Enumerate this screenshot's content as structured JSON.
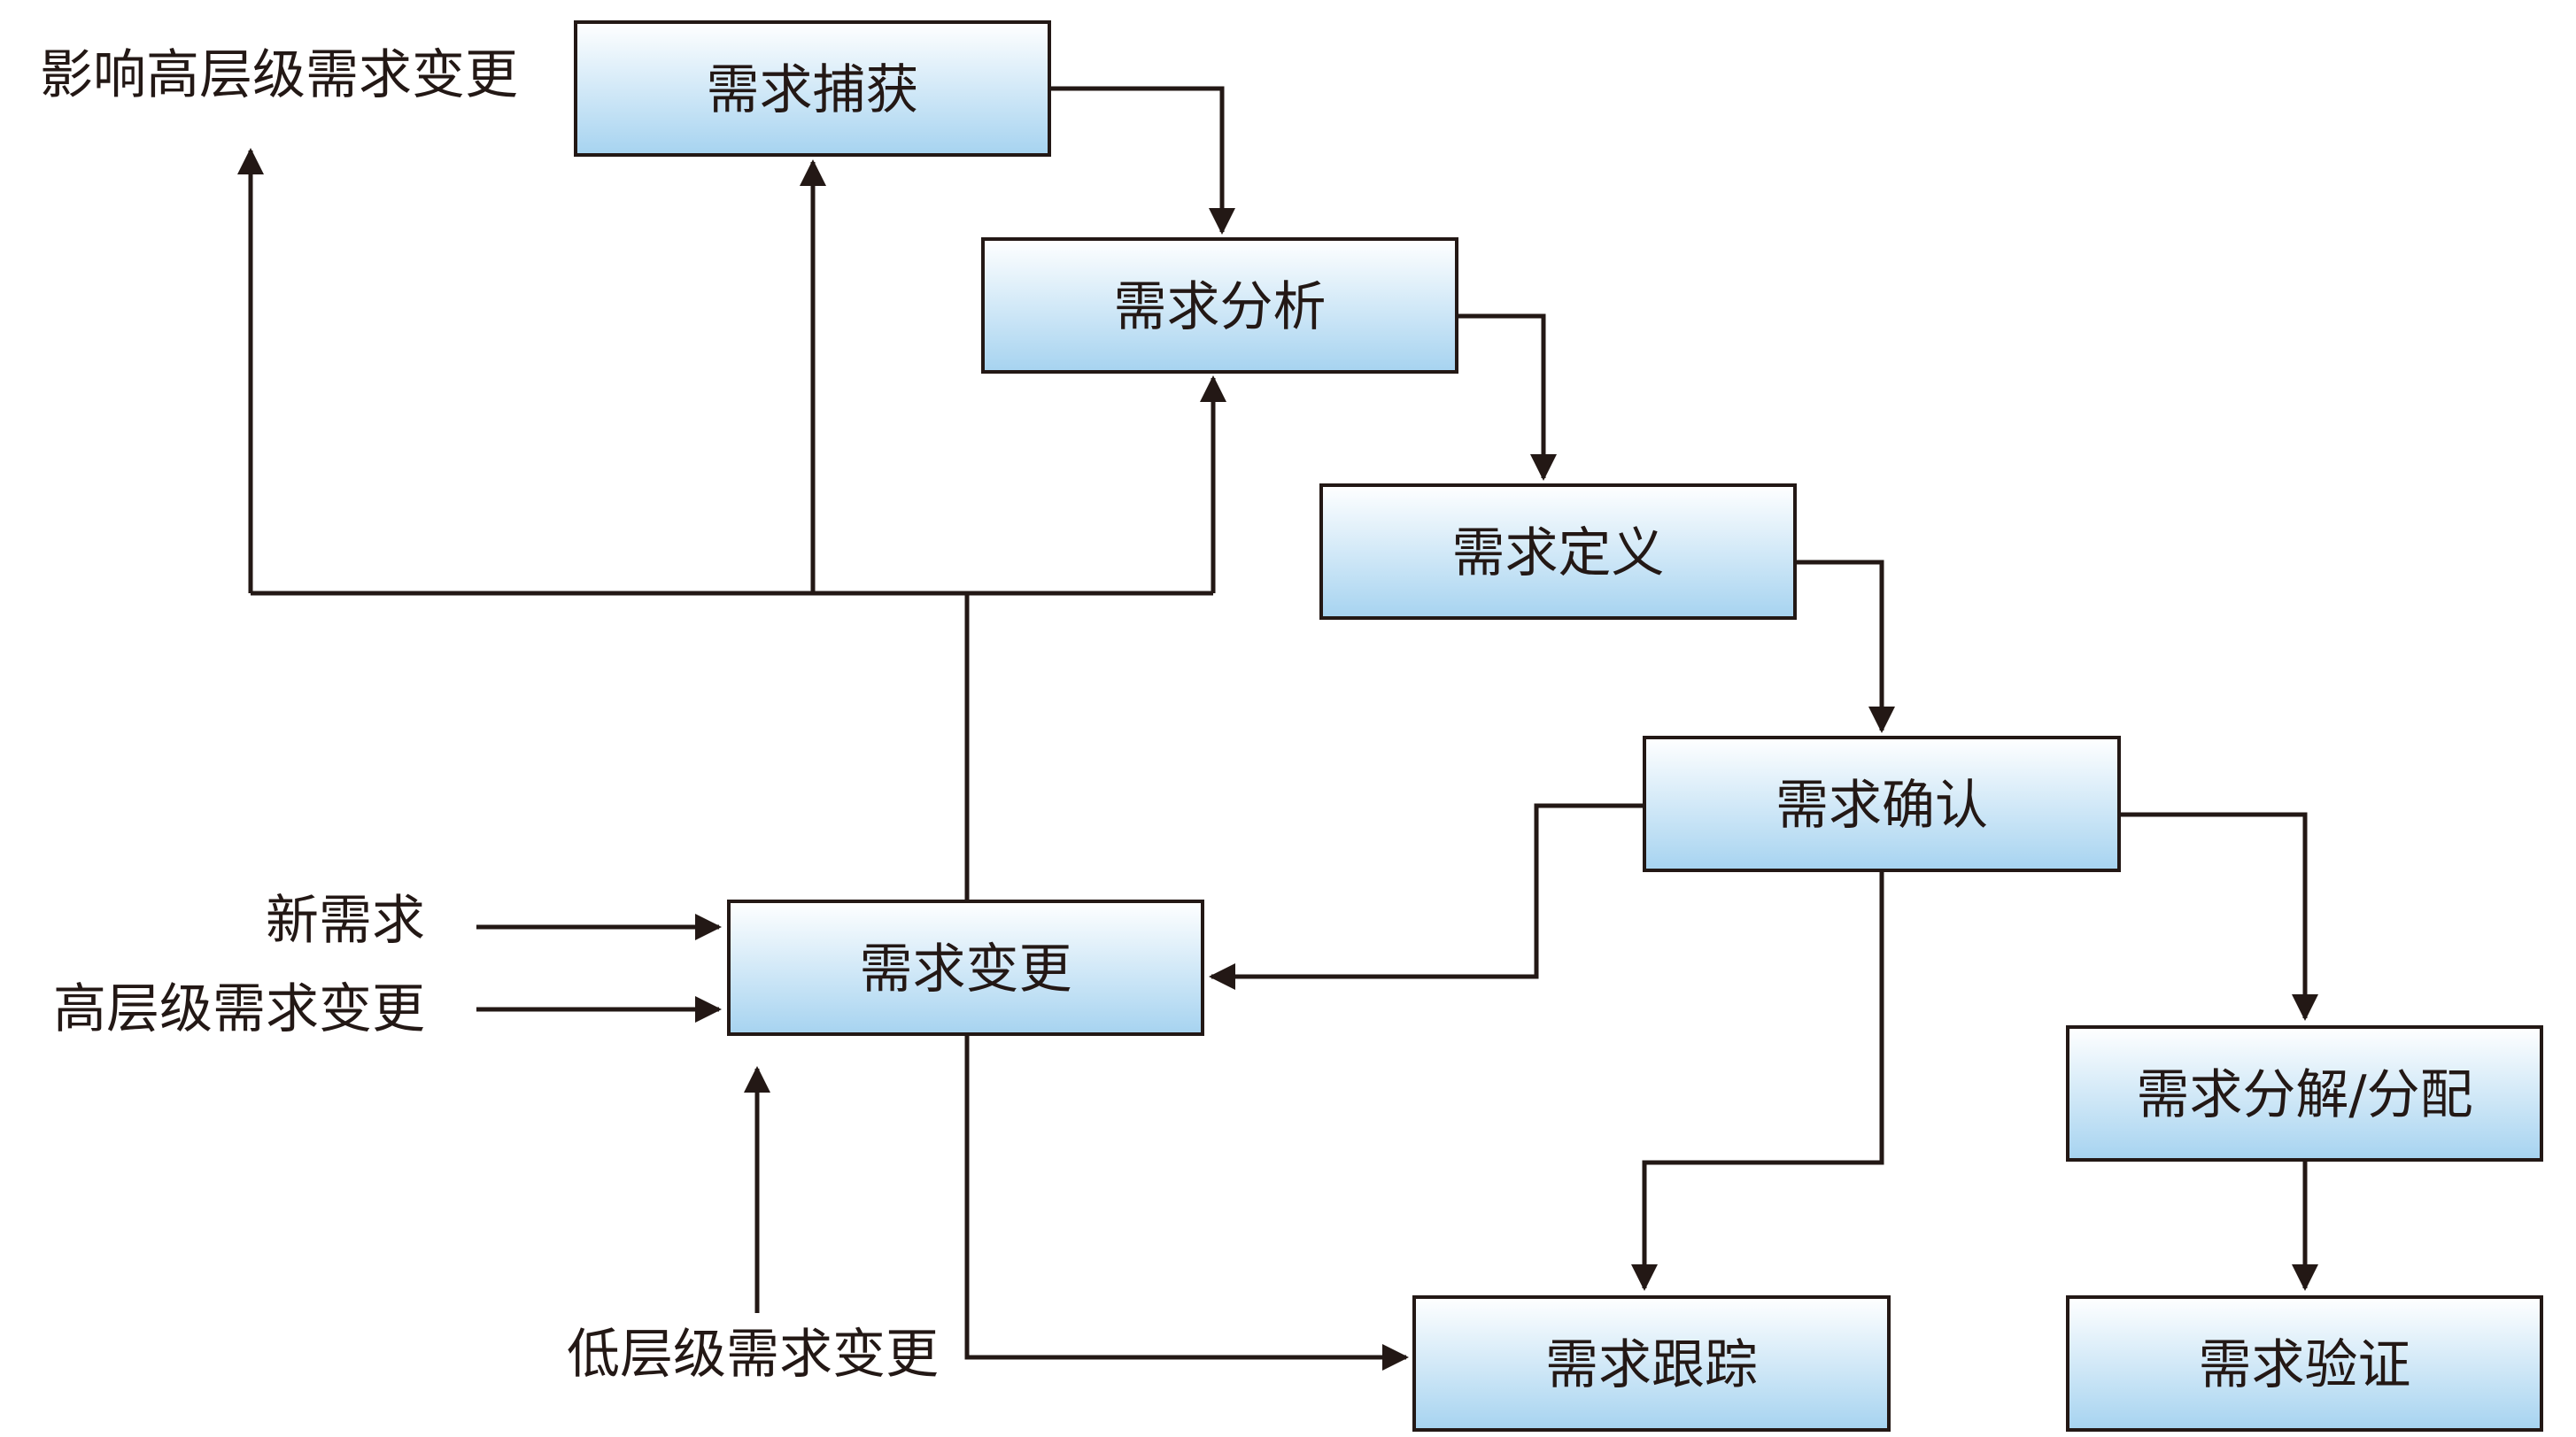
{
  "nodes": {
    "capture": "需求捕获",
    "analysis": "需求分析",
    "definition": "需求定义",
    "confirm": "需求确认",
    "change": "需求变更",
    "decompose": "需求分解/分配",
    "tracking": "需求跟踪",
    "verify": "需求验证"
  },
  "labels": {
    "impact_high_change": "影响高层级需求变更",
    "new_requirement": "新需求",
    "high_level_change": "高层级需求变更",
    "low_level_change": "低层级需求变更"
  },
  "colors": {
    "box_top": "#ffffff",
    "box_bottom": "#a6d3f0",
    "line": "#231815"
  }
}
